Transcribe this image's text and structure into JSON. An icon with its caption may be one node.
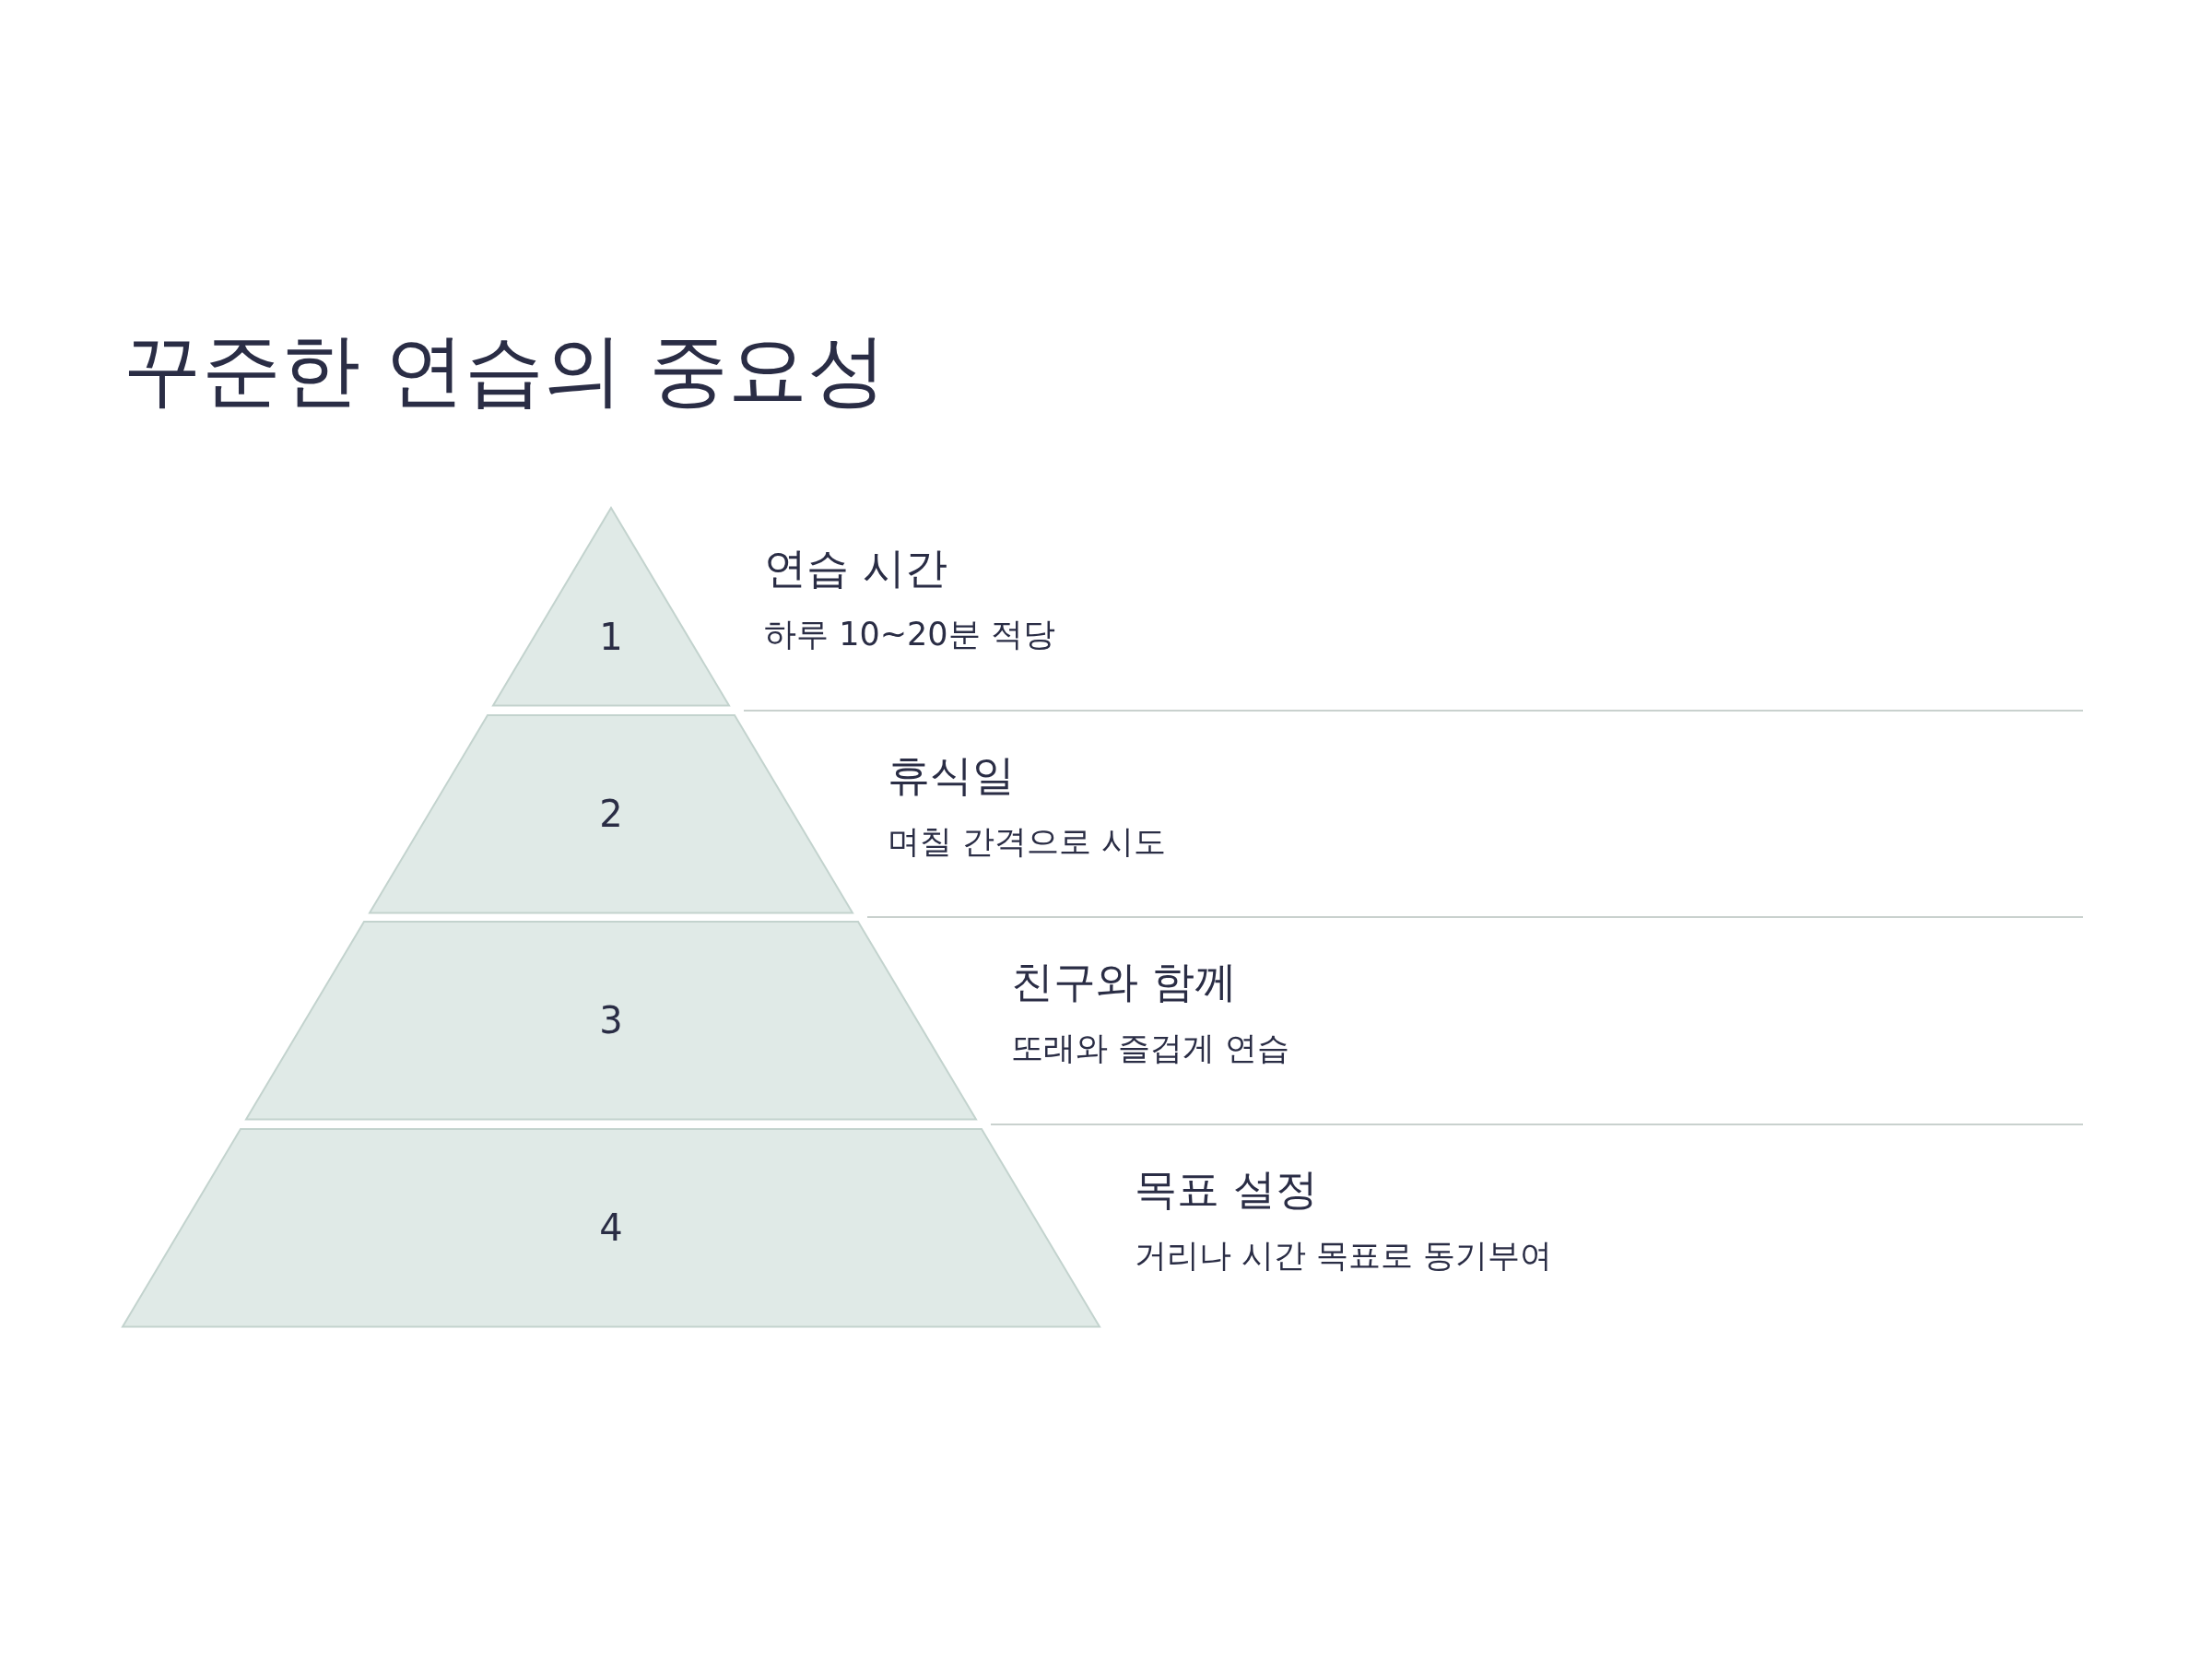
{
  "diagram": {
    "title": "꾸준한 연습의 중요성",
    "nodes": [
      {
        "text": [
          "1"
        ],
        "beside": [
          "연습 시간",
          "하루 10~20분 적당"
        ]
      },
      {
        "text": [
          "2"
        ],
        "beside": [
          "휴식일",
          "며칠 간격으로 시도"
        ]
      },
      {
        "text": [
          "3"
        ],
        "beside": [
          "친구와 함께",
          "또래와 즐겁게 연습"
        ]
      },
      {
        "text": [
          "4"
        ],
        "beside": [
          "목표 설정",
          "거리나 시간 목표로 동기부여"
        ]
      }
    ]
  }
}
